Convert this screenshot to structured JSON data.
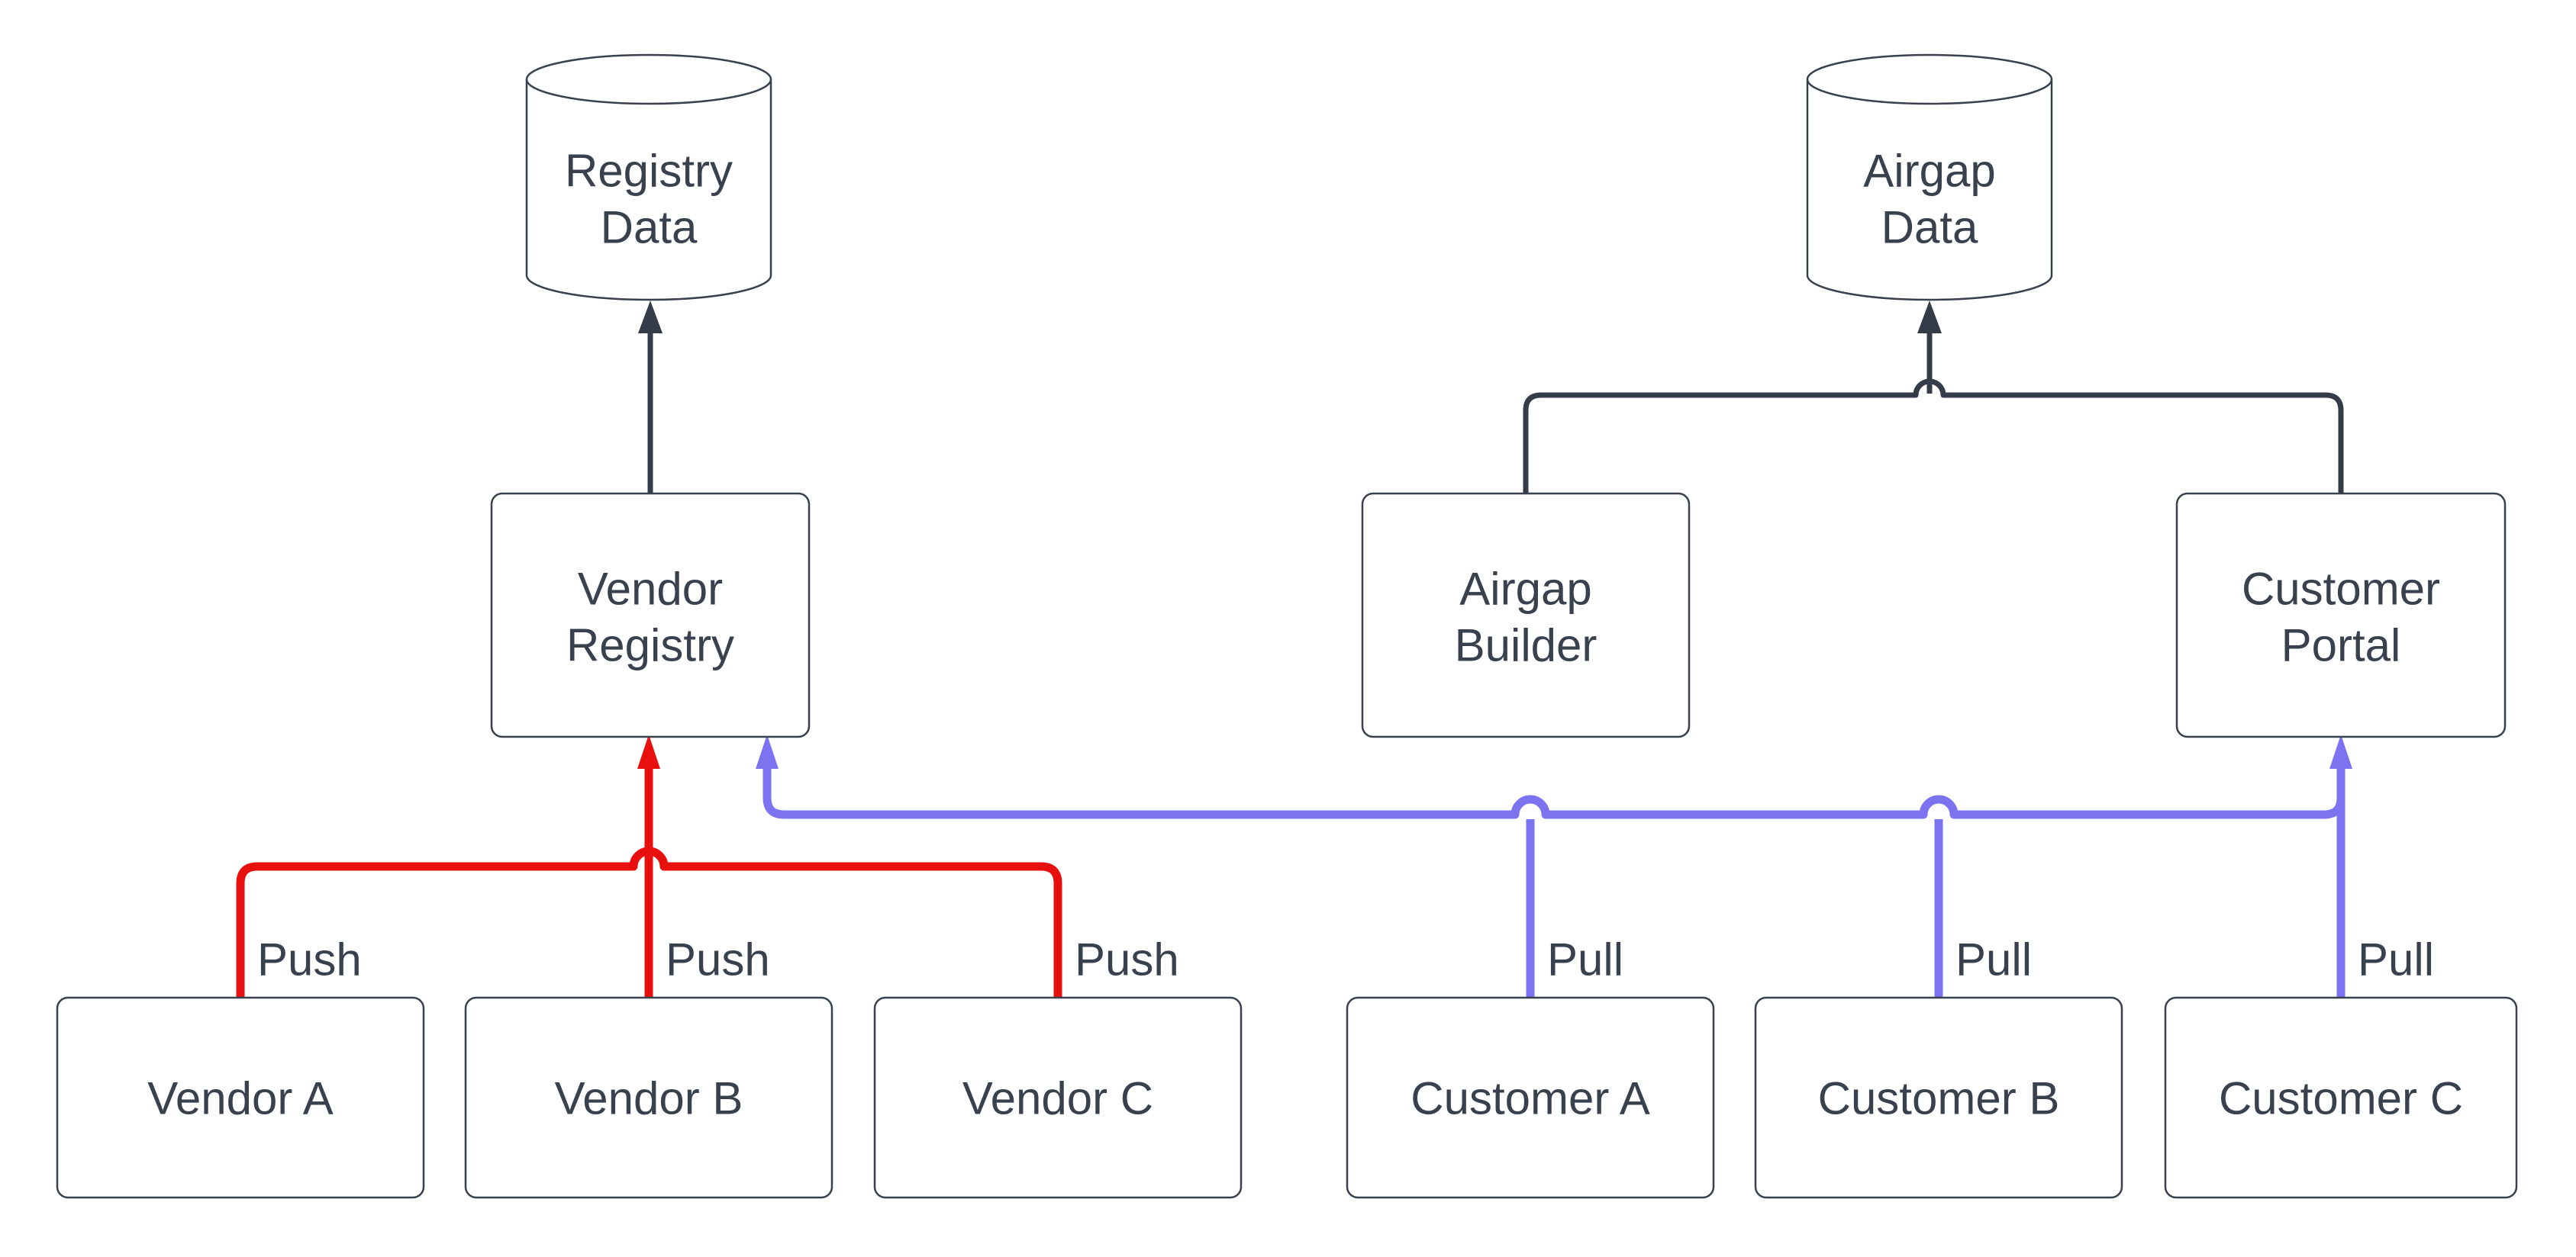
{
  "colors": {
    "background": "#ffffff",
    "node_fill": "#ffffff",
    "node_border": "#39414f",
    "text": "#39414f",
    "dark_line": "#343c49",
    "push_red": "#e80f0f",
    "pull_blue": "#7b73f0"
  },
  "nodes": {
    "registry_data": {
      "line1": "Registry",
      "line2": "Data",
      "shape": "cylinder"
    },
    "airgap_data": {
      "line1": "Airgap",
      "line2": "Data",
      "shape": "cylinder"
    },
    "vendor_registry": {
      "line1": "Vendor",
      "line2": "Registry",
      "shape": "box"
    },
    "airgap_builder": {
      "line1": "Airgap",
      "line2": "Builder",
      "shape": "box"
    },
    "customer_portal": {
      "line1": "Customer",
      "line2": "Portal",
      "shape": "box"
    },
    "vendor_a": {
      "label": "Vendor A",
      "shape": "box"
    },
    "vendor_b": {
      "label": "Vendor B",
      "shape": "box"
    },
    "vendor_c": {
      "label": "Vendor C",
      "shape": "box"
    },
    "customer_a": {
      "label": "Customer A",
      "shape": "box"
    },
    "customer_b": {
      "label": "Customer B",
      "shape": "box"
    },
    "customer_c": {
      "label": "Customer C",
      "shape": "box"
    }
  },
  "edge_labels": {
    "push_a": "Push",
    "push_b": "Push",
    "push_c": "Push",
    "pull_a": "Pull",
    "pull_b": "Pull",
    "pull_c": "Pull"
  },
  "connections": [
    {
      "from": "vendor_registry",
      "to": "registry_data",
      "style": "dark",
      "label": ""
    },
    {
      "from": "airgap_builder",
      "to": "airgap_data",
      "style": "dark",
      "label": ""
    },
    {
      "from": "customer_portal",
      "to": "airgap_data",
      "style": "dark",
      "label": ""
    },
    {
      "from": "vendor_a",
      "to": "vendor_registry",
      "style": "push",
      "label": "Push"
    },
    {
      "from": "vendor_b",
      "to": "vendor_registry",
      "style": "push",
      "label": "Push"
    },
    {
      "from": "vendor_c",
      "to": "vendor_registry",
      "style": "push",
      "label": "Push"
    },
    {
      "from": "customer_a",
      "to": "vendor_registry",
      "style": "pull",
      "label": "Pull"
    },
    {
      "from": "customer_b",
      "to": "vendor_registry",
      "style": "pull",
      "label": "Pull"
    },
    {
      "from": "customer_c",
      "to": "vendor_registry",
      "style": "pull",
      "label": "Pull"
    },
    {
      "from": "customer_c",
      "to": "customer_portal",
      "style": "pull",
      "label": "Pull"
    }
  ]
}
